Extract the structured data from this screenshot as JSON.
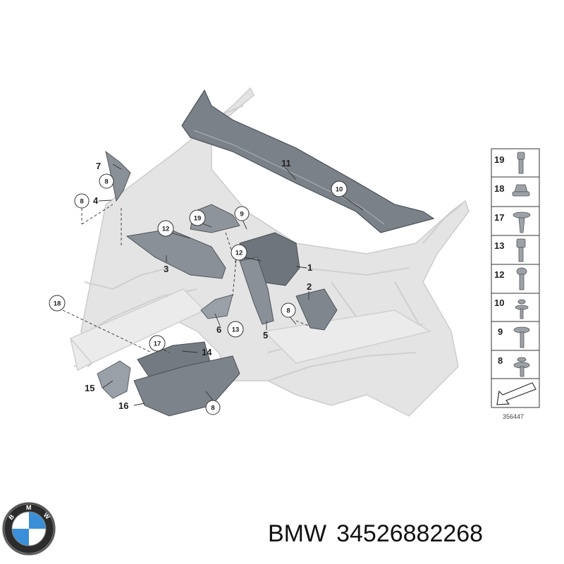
{
  "diagram": {
    "callouts_plain": [
      {
        "id": "c11",
        "text": "11"
      },
      {
        "id": "c7",
        "text": "7"
      },
      {
        "id": "c4",
        "text": "4"
      },
      {
        "id": "c3",
        "text": "3"
      },
      {
        "id": "c1",
        "text": "1"
      },
      {
        "id": "c2",
        "text": "2"
      },
      {
        "id": "c5",
        "text": "5"
      },
      {
        "id": "c6",
        "text": "6"
      },
      {
        "id": "c14",
        "text": "14"
      },
      {
        "id": "c15",
        "text": "15"
      },
      {
        "id": "c16",
        "text": "16"
      }
    ],
    "callouts_circled": [
      {
        "id": "k10",
        "text": "10"
      },
      {
        "id": "k9",
        "text": "9"
      },
      {
        "id": "k19",
        "text": "19"
      },
      {
        "id": "k12a",
        "text": "12"
      },
      {
        "id": "k12b",
        "text": "12"
      },
      {
        "id": "k8a",
        "text": "8"
      },
      {
        "id": "k8b",
        "text": "8"
      },
      {
        "id": "k8c",
        "text": "8"
      },
      {
        "id": "k8d",
        "text": "8"
      },
      {
        "id": "k13",
        "text": "13"
      },
      {
        "id": "k18",
        "text": "18"
      },
      {
        "id": "k17",
        "text": "17"
      }
    ],
    "legend": [
      "19",
      "18",
      "17",
      "13",
      "12",
      "10",
      "9",
      "8"
    ],
    "diagram_number": "356447"
  },
  "caption": {
    "brand": "BMW",
    "part_number": "34526882268"
  },
  "colors": {
    "body_light": "#e2e2e2",
    "body_line": "#c8c8c8",
    "part_dark": "#6e747c",
    "part_mid": "#9aa0a7",
    "ink": "#222222"
  }
}
